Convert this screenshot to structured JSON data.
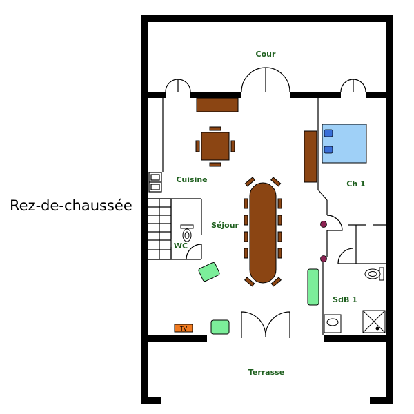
{
  "plan": {
    "floor_title": "Rez-de-chaussée",
    "rooms": {
      "cour": "Cour",
      "cuisine": "Cuisine",
      "sejour": "Séjour",
      "wc": "WC",
      "chambre": "Ch 1",
      "salle_de_bain": "SdB 1",
      "terrasse": "Terrasse"
    },
    "tv_label": "TV"
  },
  "colors": {
    "wall": "#000000",
    "room_label": "#1e5f1e",
    "furniture": "#8b4513",
    "bed": "#9fd0f7",
    "pillow": "#3a6fd8",
    "sofa": "#7cee9a",
    "tv": "#f07a20",
    "knob": "#8b2252"
  }
}
